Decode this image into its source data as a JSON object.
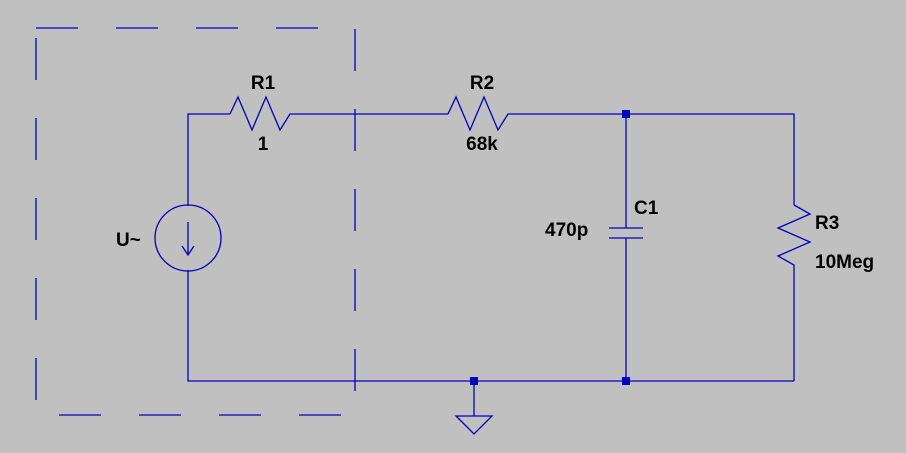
{
  "components": {
    "source": {
      "name": "U~"
    },
    "r1": {
      "name": "R1",
      "value": "1"
    },
    "r2": {
      "name": "R2",
      "value": "68k"
    },
    "c1": {
      "name": "C1",
      "value": "470p"
    },
    "r3": {
      "name": "R3",
      "value": "10Meg"
    }
  },
  "colors": {
    "background": "#c0c0c0",
    "wire": "#0000c0",
    "text": "#000000"
  }
}
